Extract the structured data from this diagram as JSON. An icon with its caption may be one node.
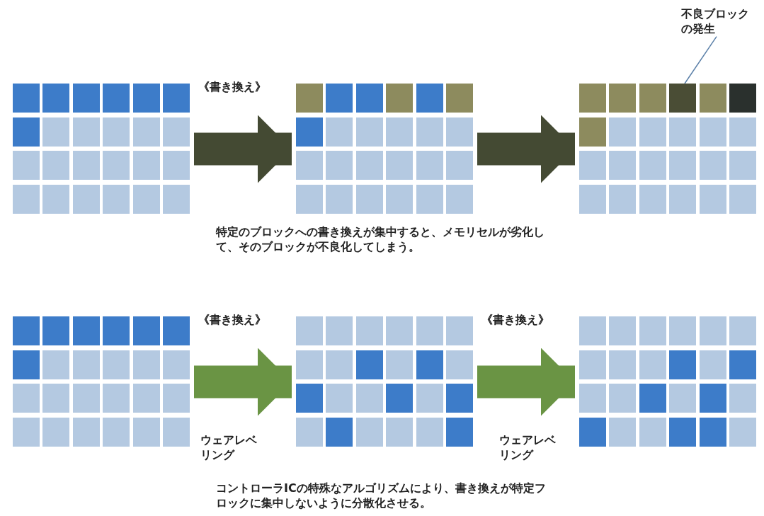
{
  "diagram": {
    "nodes": [
      {
        "text": [],
        "shape": "box"
      },
      {
        "text": [],
        "shape": "box"
      },
      {
        "text": [],
        "shape": "box"
      },
      {
        "text": [
          "不良ブロックの発生"
        ]
      },
      {
        "text": [],
        "shape": "box"
      },
      {
        "text": [],
        "shape": "box"
      },
      {
        "text": [],
        "shape": "box"
      }
    ],
    "edges": [
      {
        "from": 0,
        "to": 1,
        "arrow": "to",
        "label": "《書き換え》",
        "color": "#444a33"
      },
      {
        "from": 1,
        "to": 2,
        "arrow": "to",
        "color": "#444a33"
      },
      {
        "from": 3,
        "to": 2,
        "arrow": "none",
        "color": "#5a7fa8"
      },
      {
        "from": 4,
        "to": 5,
        "arrow": "to",
        "label": "《書き換え》",
        "color": "#6a9444"
      },
      {
        "from": 5,
        "to": 6,
        "arrow": "to",
        "label": "《書き換え》",
        "color": "#6a9444"
      }
    ],
    "labels": [
      "特定のブロックへの書き換えが集中すると、メモリセルが劣化して、そのブロックが不良化してしまう。",
      "ウェアレベリング",
      "ウェアレベリング",
      "コントローラICの特殊なアルゴリズムにより、書き換えが特定フロックに集中しないように分散化させる。"
    ]
  }
}
